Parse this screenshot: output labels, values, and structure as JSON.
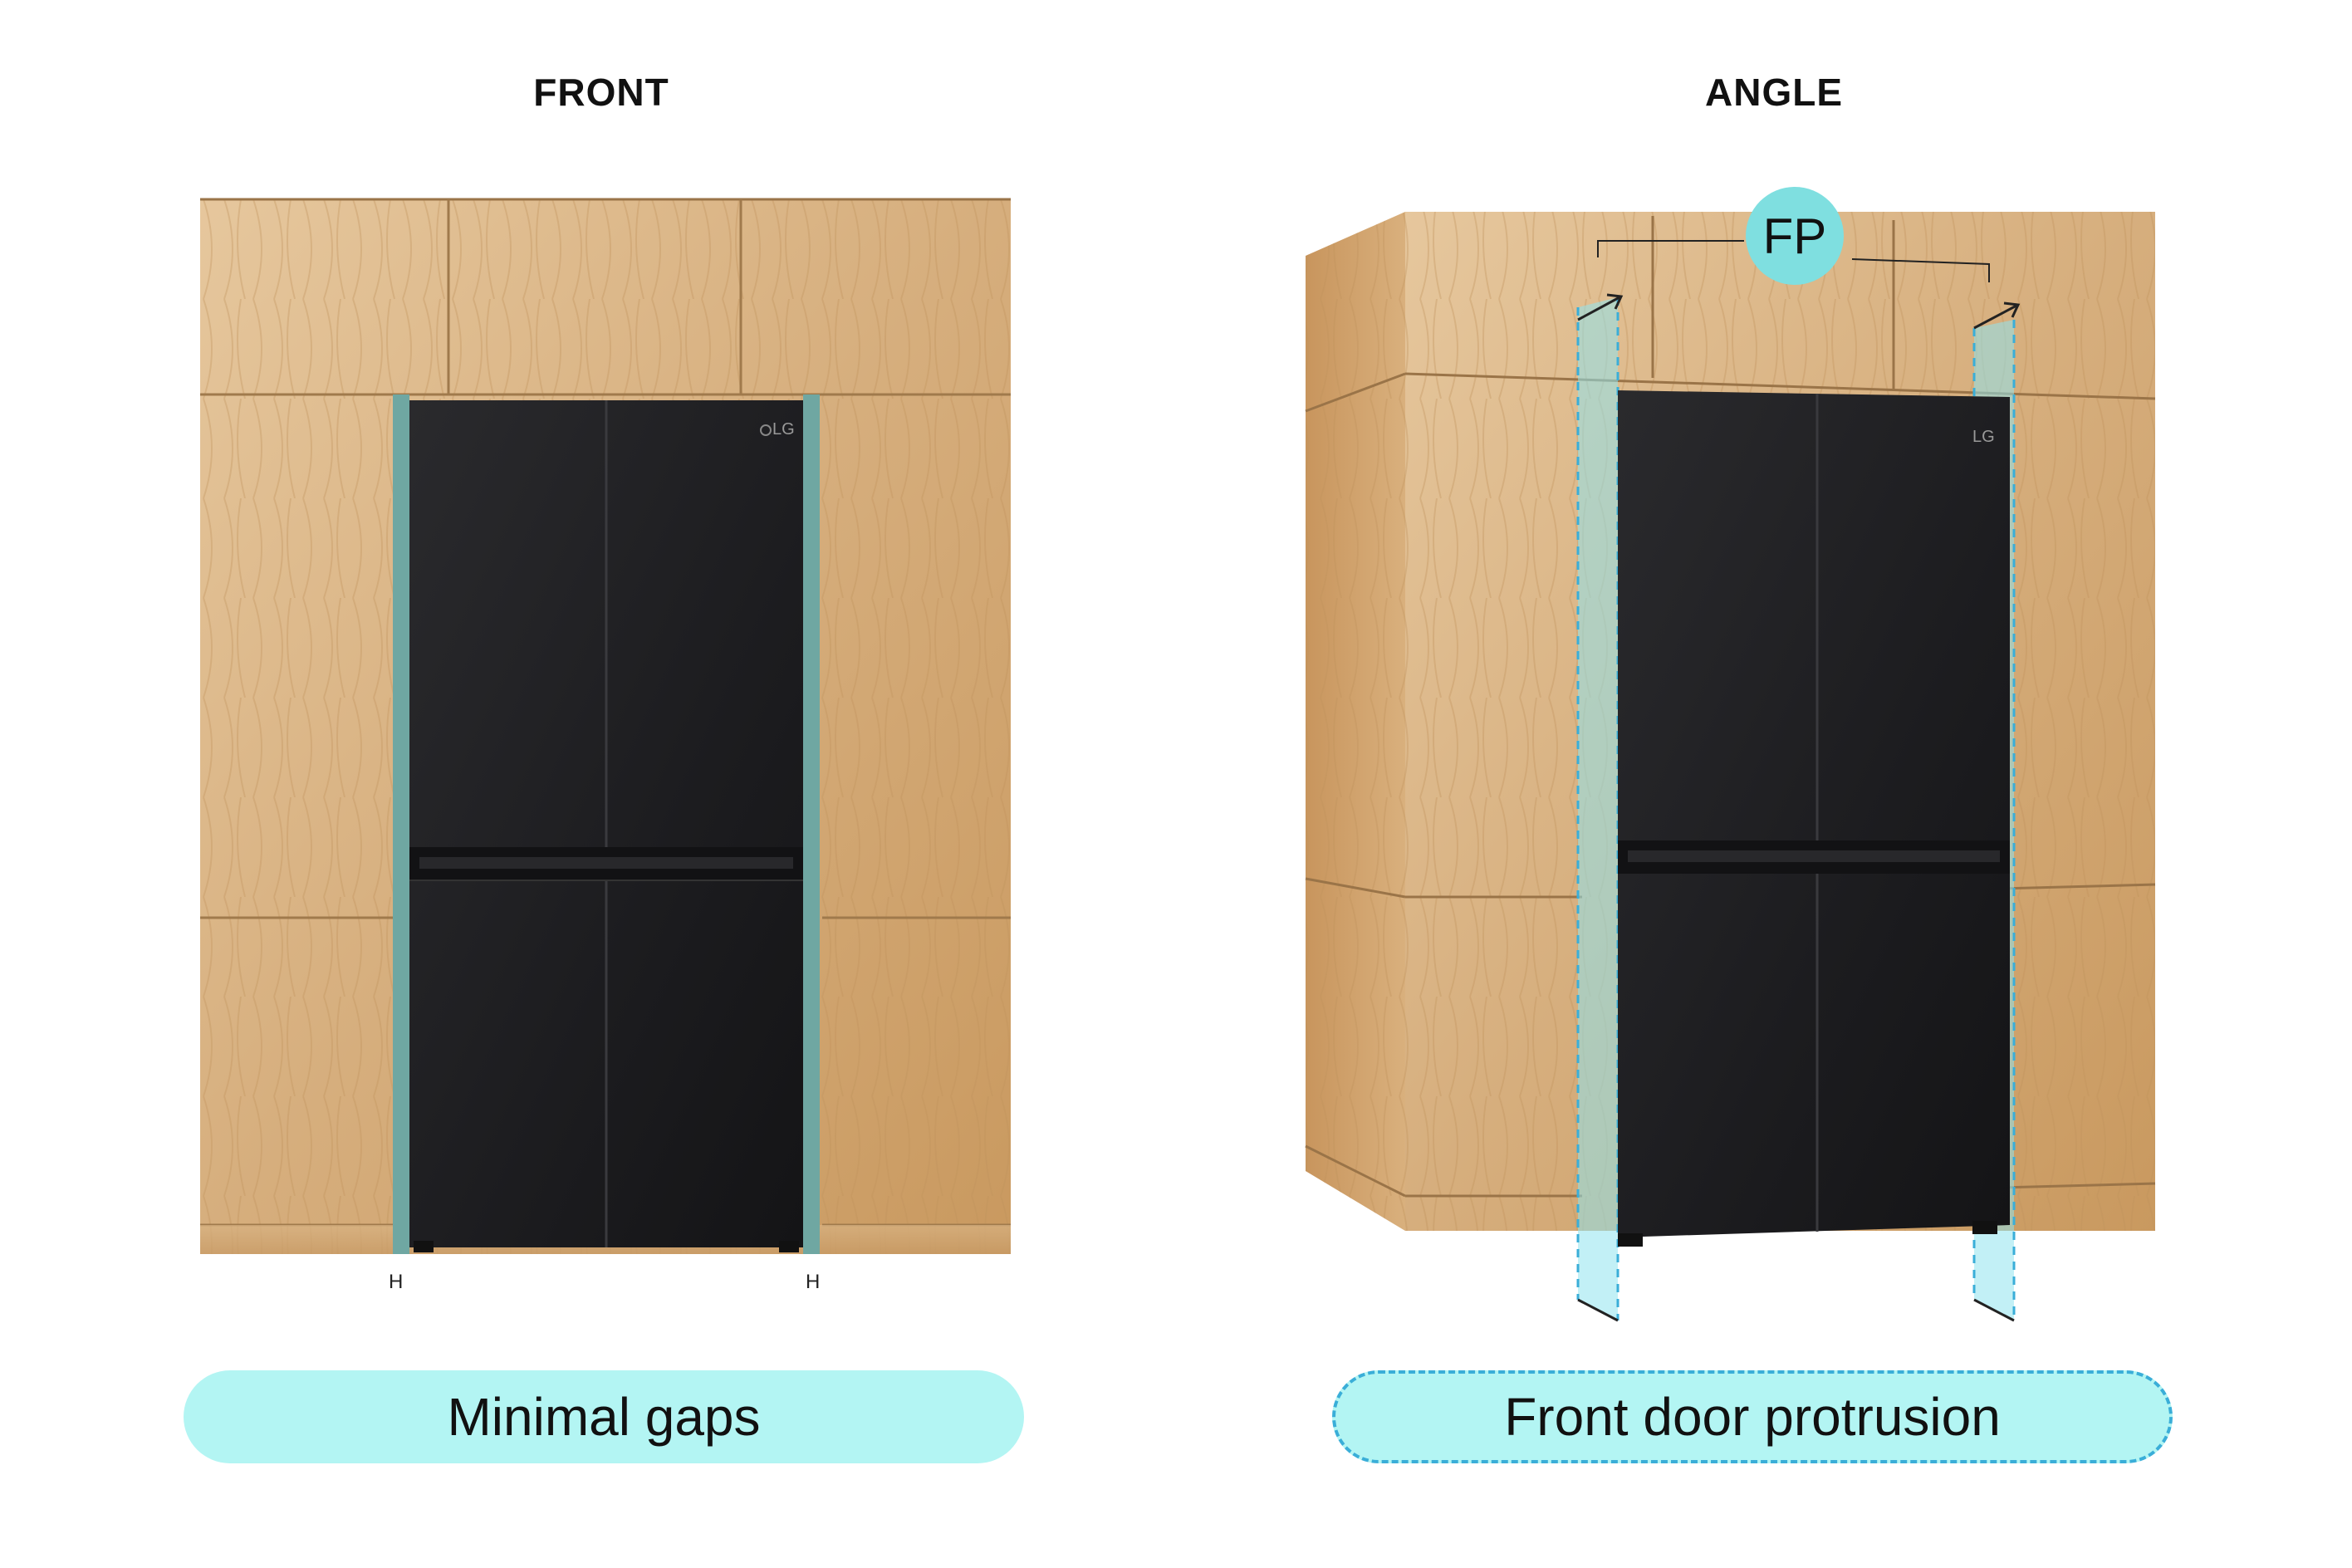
{
  "front": {
    "title": "FRONT",
    "caption": "Minimal gaps",
    "gap_marker": "H"
  },
  "angle": {
    "title": "ANGLE",
    "badge": "FP",
    "caption": "Front door protrusion"
  },
  "fridge": {
    "logo_text": "LG"
  },
  "colors": {
    "wood_light": "#e4c49a",
    "wood_mid": "#d2a877",
    "wood_dark": "#b88a58",
    "fridge_body": "#1d1d1f",
    "gap_highlight": "#6fa7a2",
    "protrusion_highlight": "#8fe4ee",
    "pill_fill": "#b3f5f3",
    "accent_dashed": "#3aaed8"
  }
}
